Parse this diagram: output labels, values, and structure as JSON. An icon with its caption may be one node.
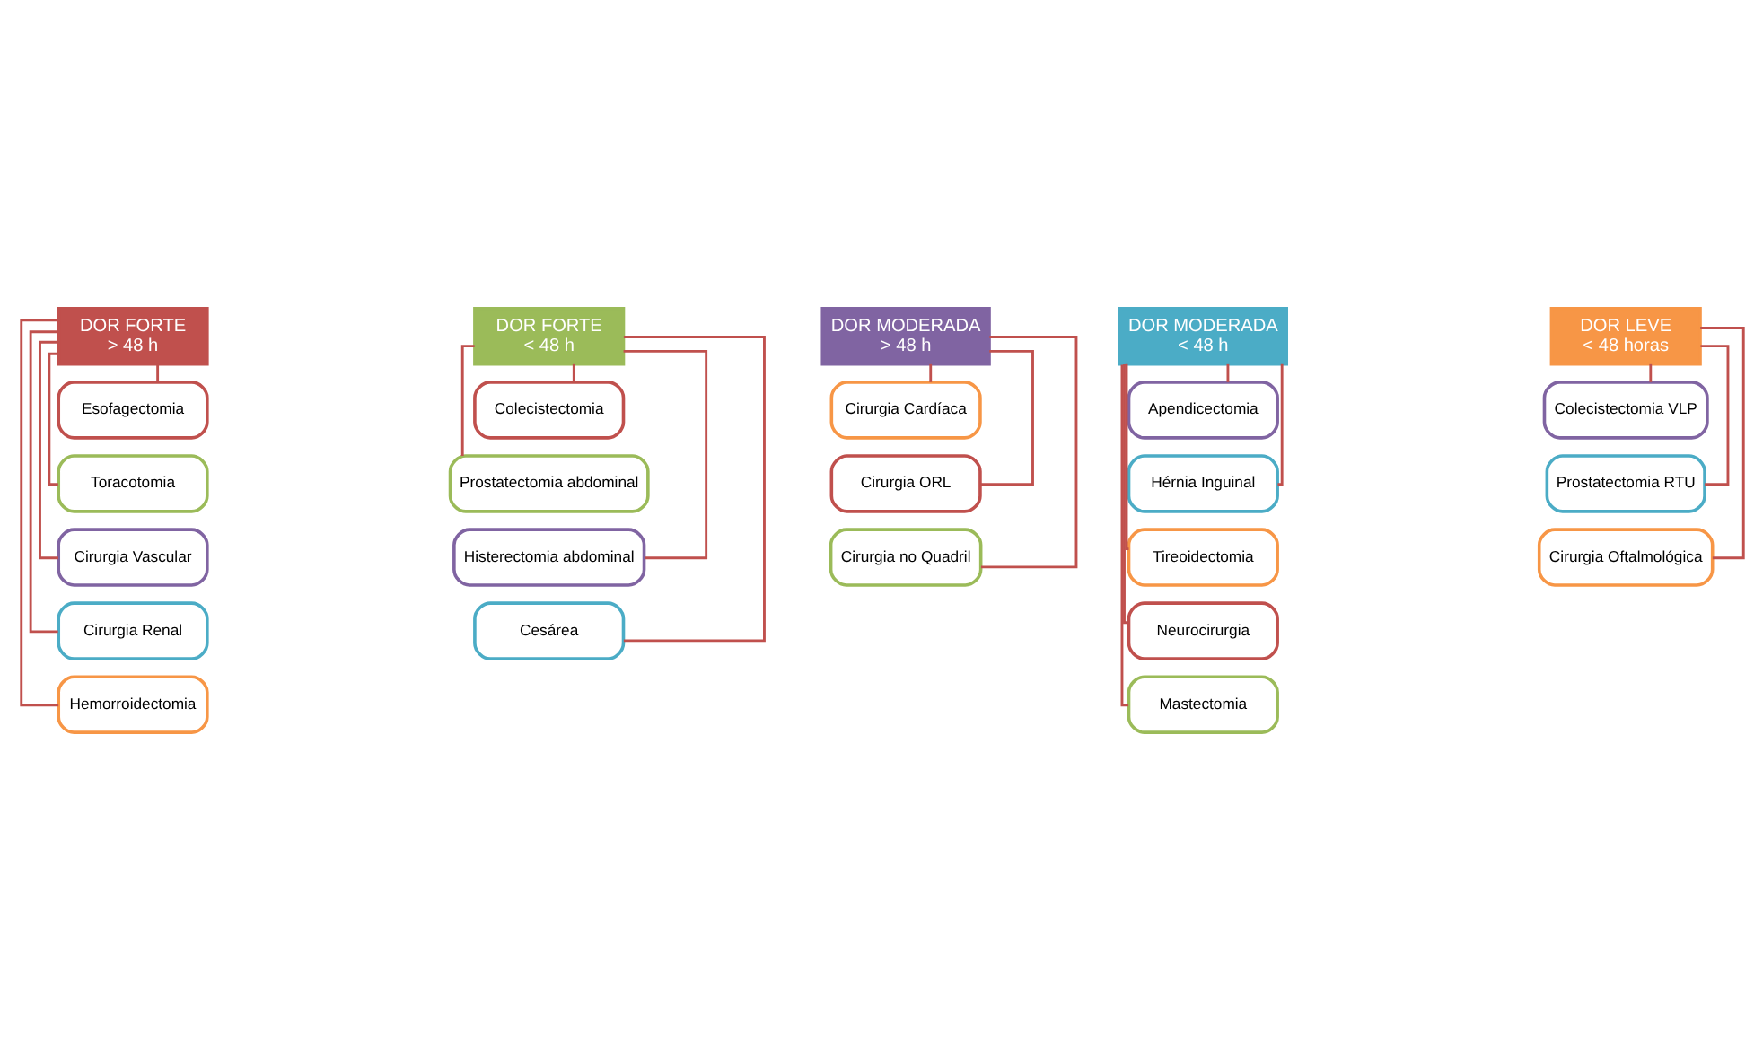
{
  "diagram": {
    "nodes": [
      {
        "text": [
          "DOR FORTE",
          "> 48 h"
        ]
      },
      {
        "text": [
          "Esofagectomia"
        ]
      },
      {
        "text": [
          "Toracotomia"
        ]
      },
      {
        "text": [
          "Cirurgia Vascular"
        ]
      },
      {
        "text": [
          "Cirurgia Renal"
        ]
      },
      {
        "text": [
          "Hemorroidectomia"
        ]
      },
      {
        "text": [
          "DOR FORTE",
          "< 48 h"
        ]
      },
      {
        "text": [
          "Colecistectomia"
        ]
      },
      {
        "text": [
          "Prostatectomia abdominal"
        ]
      },
      {
        "text": [
          "Histerectomia abdominal"
        ]
      },
      {
        "text": [
          "Cesárea"
        ]
      },
      {
        "text": [
          "DOR MODERADA",
          "> 48 h"
        ]
      },
      {
        "text": [
          "Cirurgia Cardíaca"
        ]
      },
      {
        "text": [
          "Cirurgia ORL"
        ]
      },
      {
        "text": [
          "Cirurgia no Quadril"
        ]
      },
      {
        "text": [
          "DOR MODERADA",
          "< 48 h"
        ]
      },
      {
        "text": [
          "Apendicectomia"
        ]
      },
      {
        "text": [
          "Hérnia Inguinal"
        ]
      },
      {
        "text": [
          "Tireoidectomia"
        ]
      },
      {
        "text": [
          "Neurocirurgia"
        ]
      },
      {
        "text": [
          "Mastectomia"
        ]
      },
      {
        "text": [
          "DOR LEVE",
          "< 48 horas"
        ]
      },
      {
        "text": [
          "Colecistectomia VLP"
        ]
      },
      {
        "text": [
          "Prostatectomia RTU"
        ]
      },
      {
        "text": [
          "Cirurgia Oftalmológica"
        ]
      }
    ],
    "edges": [
      {
        "from": 0,
        "to": 1,
        "arrow": "none"
      },
      {
        "from": 0,
        "to": 2,
        "arrow": "none"
      },
      {
        "from": 0,
        "to": 3,
        "arrow": "none"
      },
      {
        "from": 0,
        "to": 4,
        "arrow": "none"
      },
      {
        "from": 0,
        "to": 5,
        "arrow": "none"
      },
      {
        "from": 6,
        "to": 7,
        "arrow": "none"
      },
      {
        "from": 6,
        "to": 8,
        "arrow": "none"
      },
      {
        "from": 6,
        "to": 9,
        "arrow": "none"
      },
      {
        "from": 6,
        "to": 10,
        "arrow": "none"
      },
      {
        "from": 11,
        "to": 12,
        "arrow": "none"
      },
      {
        "from": 11,
        "to": 13,
        "arrow": "none"
      },
      {
        "from": 11,
        "to": 14,
        "arrow": "none"
      },
      {
        "from": 15,
        "to": 16,
        "arrow": "none"
      },
      {
        "from": 15,
        "to": 17,
        "arrow": "none"
      },
      {
        "from": 15,
        "to": 18,
        "arrow": "none"
      },
      {
        "from": 15,
        "to": 19,
        "arrow": "none"
      },
      {
        "from": 15,
        "to": 20,
        "arrow": "none"
      },
      {
        "from": 21,
        "to": 22,
        "arrow": "none"
      },
      {
        "from": 21,
        "to": 23,
        "arrow": "none"
      },
      {
        "from": 21,
        "to": 24,
        "arrow": "none"
      }
    ]
  }
}
